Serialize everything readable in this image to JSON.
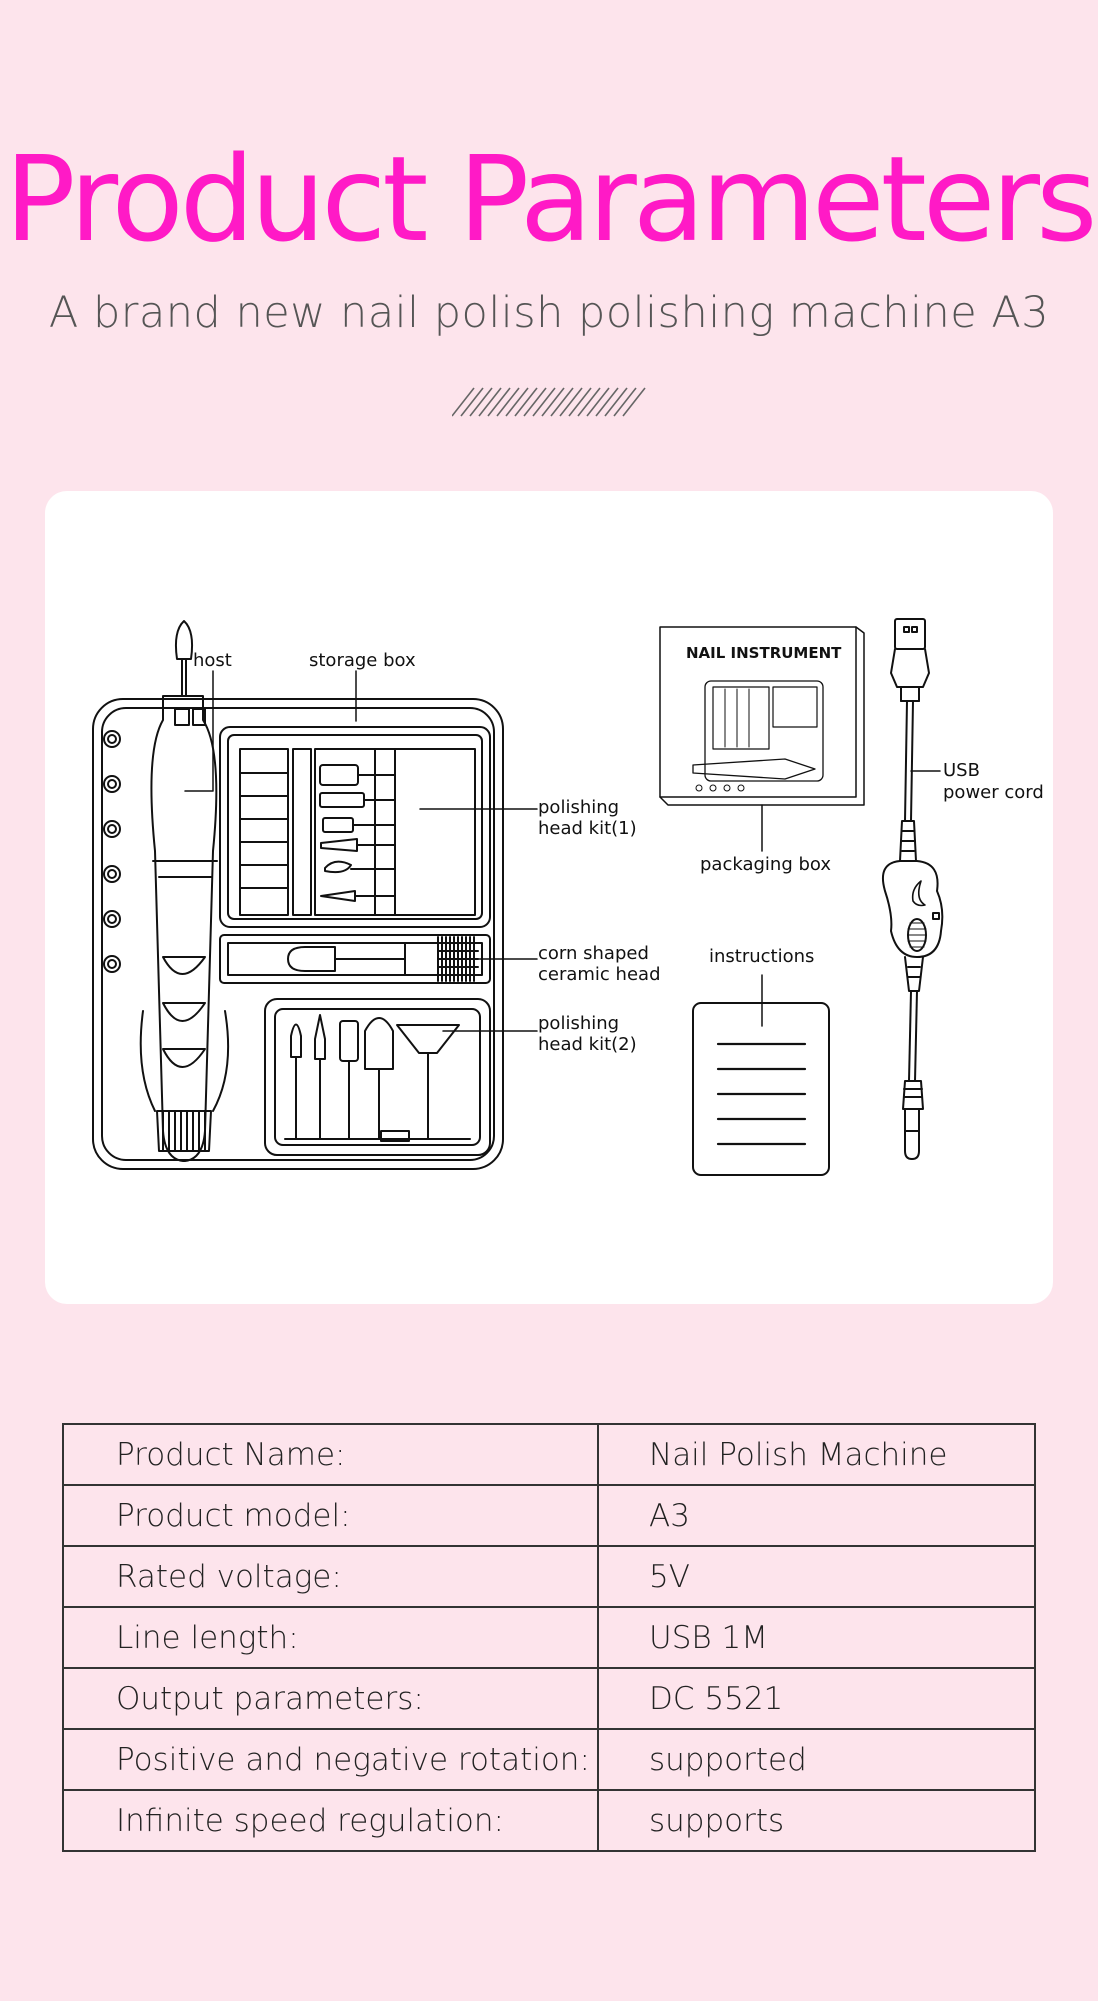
{
  "header": {
    "title": "Product Parameters",
    "subtitle": "A brand new nail polish polishing machine A3"
  },
  "colors": {
    "background": "#fde4ec",
    "title": "#ff1ac6",
    "card": "#ffffff",
    "line": "#333333"
  },
  "diagram": {
    "labels": {
      "host": "host",
      "storage_box": "storage box",
      "polishing_kit_1_line1": "polishing",
      "polishing_kit_1_line2": "head kit(1)",
      "corn_line1": "corn shaped",
      "corn_line2": "ceramic head",
      "polishing_kit_2_line1": "polishing",
      "polishing_kit_2_line2": "head kit(2)",
      "box_print": "NAIL INSTRUMENT",
      "packaging_box": "packaging box",
      "instructions": "instructions",
      "usb_line1": "USB",
      "usb_line2": "power cord"
    }
  },
  "parameters": [
    {
      "label": "Product Name:",
      "value": "Nail Polish Machine"
    },
    {
      "label": "Product model:",
      "value": "A3"
    },
    {
      "label": "Rated voltage:",
      "value": "5V"
    },
    {
      "label": "Line length:",
      "value": "USB 1M"
    },
    {
      "label": "Output parameters:",
      "value": "DC 5521"
    },
    {
      "label": "Positive and negative rotation:",
      "value": "supported"
    },
    {
      "label": "Infinite speed regulation:",
      "value": "supports"
    }
  ]
}
